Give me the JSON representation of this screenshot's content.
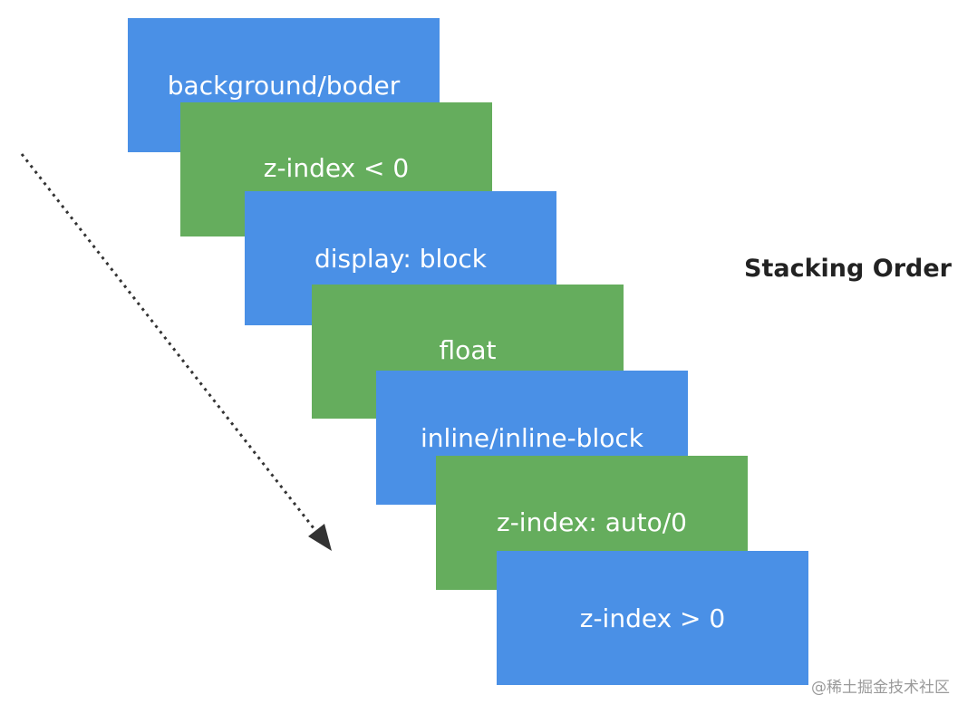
{
  "title": "Stacking Order",
  "layers": [
    {
      "label": "background/boder",
      "color": "#4a90e6"
    },
    {
      "label": "z-index < 0",
      "color": "#65ad5d"
    },
    {
      "label": "display: block",
      "color": "#4a90e6"
    },
    {
      "label": "float",
      "color": "#65ad5d"
    },
    {
      "label": "inline/inline-block",
      "color": "#4a90e6"
    },
    {
      "label": "z-index: auto/0",
      "color": "#65ad5d"
    },
    {
      "label": "z-index > 0",
      "color": "#4a90e6"
    }
  ],
  "arrow": {
    "style": "dotted",
    "icon": "arrow-down-right-icon",
    "color": "#333333"
  },
  "watermark": "@稀土掘金技术社区"
}
